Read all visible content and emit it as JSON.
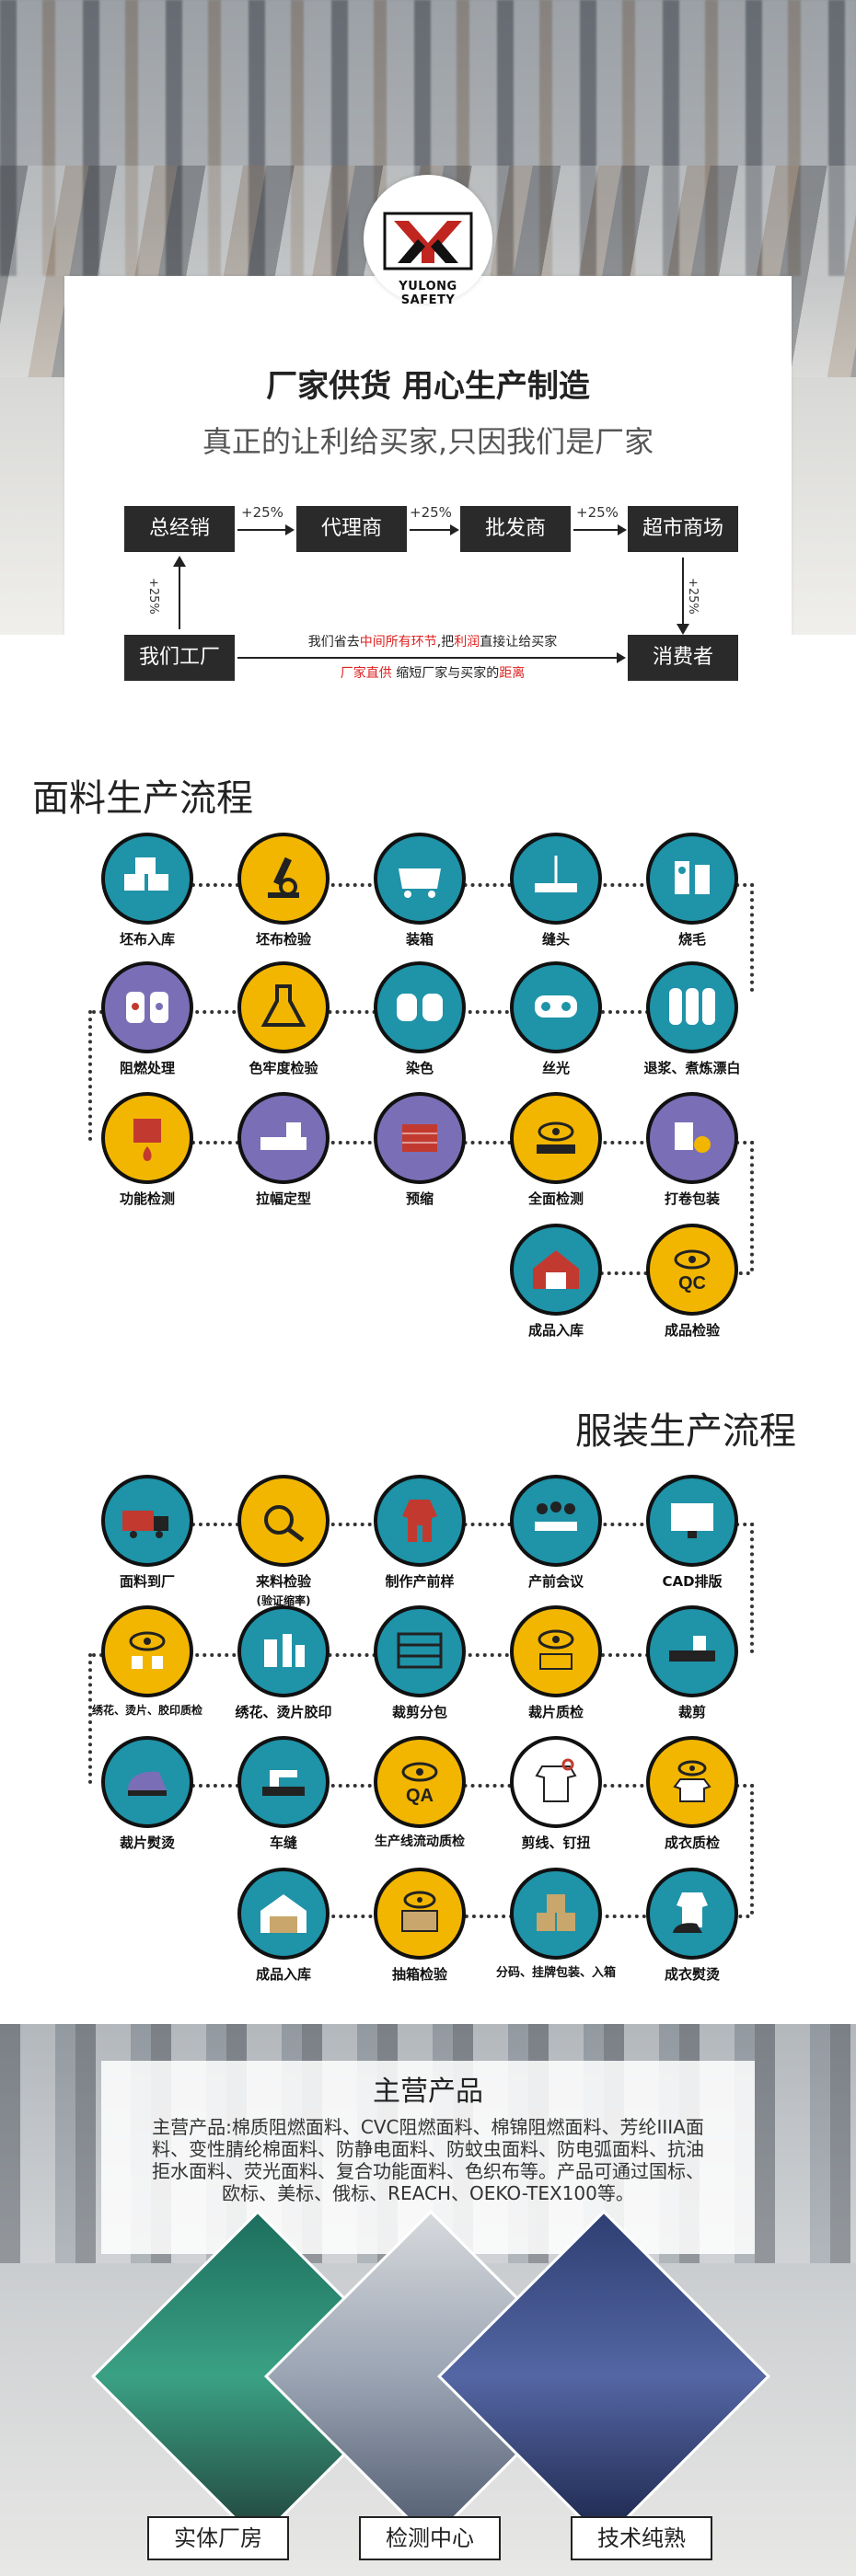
{
  "brand": {
    "logo_text": "YULONG SAFETY"
  },
  "hero": {
    "slogan1": "厂家供货 用心生产制造",
    "slogan2": "真正的让利给买家,只因我们是厂家",
    "chain": [
      "总经销",
      "代理商",
      "批发商",
      "超市商场"
    ],
    "factory": "我们工厂",
    "consumer": "消费者",
    "pct": "+25%",
    "mid_line1_a": "我们省去",
    "mid_line1_b": "中间所有环节",
    "mid_line1_c": ",把",
    "mid_line1_d": "利润",
    "mid_line1_e": "直接让给买家",
    "mid_line2_a": "厂家直供",
    "mid_line2_b": " 缩短厂家与买家的",
    "mid_line2_c": "距离"
  },
  "fabric": {
    "title": "面料生产流程",
    "steps": [
      "坯布入库",
      "坯布检验",
      "装箱",
      "缝头",
      "烧毛",
      "阻燃处理",
      "色牢度检验",
      "染色",
      "丝光",
      "退浆、煮炼漂白",
      "功能检测",
      "拉幅定型",
      "预缩",
      "全面检测",
      "打卷包装",
      "成品入库",
      "成品检验"
    ]
  },
  "garment": {
    "title": "服装生产流程",
    "steps": [
      "面料到厂",
      "来料检验",
      "(验证缩率)",
      "制作产前样",
      "产前会议",
      "CAD排版",
      "绣花、烫片、胶印质检",
      "绣花、烫片胶印",
      "裁剪分包",
      "裁片质检",
      "裁剪",
      "裁片熨烫",
      "车缝",
      "生产线流动质检",
      "剪线、钉扭",
      "成衣质检",
      "成品入库",
      "抽箱检验",
      "分码、挂牌包装、入箱",
      "成衣熨烫"
    ]
  },
  "products": {
    "title": "主营产品",
    "text": "主营产品:棉质阻燃面料、CVC阻燃面料、棉锦阻燃面料、芳纶IIIA面料、变性腈纶棉面料、防静电面料、防蚊虫面料、防电弧面料、抗油拒水面料、荧光面料、复合功能面料、色织布等。产品可通过国标、欧标、美标、俄标、REACH、OEKO-TEX100等。",
    "tags": [
      "实体厂房",
      "检测中心",
      "技术纯熟"
    ]
  }
}
